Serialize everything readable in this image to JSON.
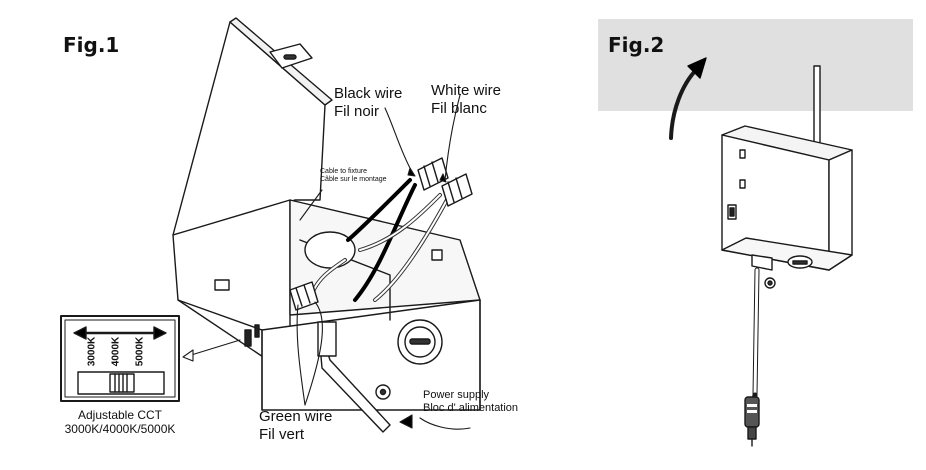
{
  "fig1": {
    "title": "Fig.1",
    "black_wire": [
      "Black wire",
      "Fil noir"
    ],
    "white_wire": [
      "White wire",
      "Fil blanc"
    ],
    "green_wire": [
      "Green wire",
      "Fil vert"
    ],
    "cable_to_fixture": [
      "Cable to fixture",
      "Câble sur le montage"
    ],
    "power_supply": [
      "Power supply",
      "Bloc d' alimentation"
    ],
    "cct_switch": {
      "positions": [
        "3000K",
        "4000K",
        "5000K"
      ],
      "caption": [
        "Adjustable CCT",
        "3000K/4000K/5000K"
      ]
    }
  },
  "fig2": {
    "title": "Fig.2"
  }
}
